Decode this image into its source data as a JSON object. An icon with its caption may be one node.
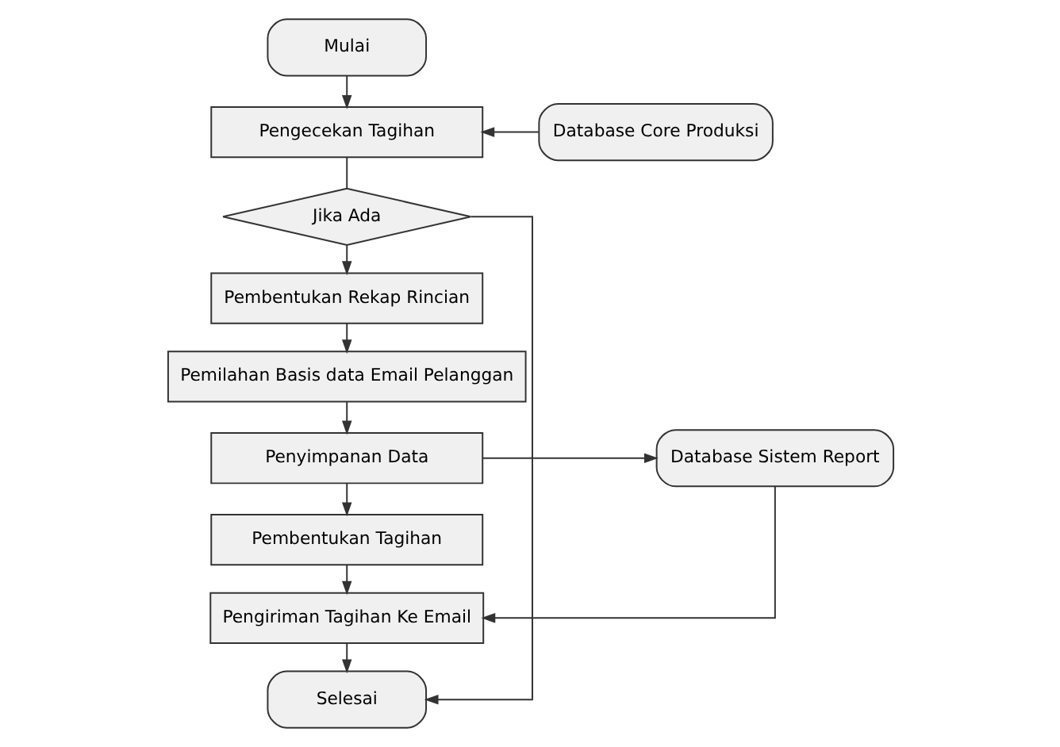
{
  "diagram": {
    "nodes": [
      {
        "text": [
          "Mulai"
        ]
      },
      {
        "text": [
          "Pengecekan Tagihan"
        ]
      },
      {
        "text": [
          "Database Core Produksi"
        ]
      },
      {
        "text": [
          "Jika Ada"
        ]
      },
      {
        "text": [
          "Pembentukan Rekap Rincian"
        ]
      },
      {
        "text": [
          "Pemilahan Basis data Email Pelanggan"
        ]
      },
      {
        "text": [
          "Penyimpanan Data"
        ]
      },
      {
        "text": [
          "Database Sistem Report"
        ]
      },
      {
        "text": [
          "Pembentukan Tagihan"
        ]
      },
      {
        "text": [
          "Pengiriman Tagihan Ke Email"
        ]
      },
      {
        "text": [
          "Selesai"
        ]
      }
    ],
    "edges": [
      {
        "from": 0,
        "to": 1,
        "arrow": "to"
      },
      {
        "from": 2,
        "to": 1,
        "arrow": "to"
      },
      {
        "from": 1,
        "to": 3,
        "arrow": "none"
      },
      {
        "from": 3,
        "to": 4,
        "arrow": "to"
      },
      {
        "from": 3,
        "to": 10,
        "arrow": "to"
      },
      {
        "from": 4,
        "to": 5,
        "arrow": "to"
      },
      {
        "from": 5,
        "to": 6,
        "arrow": "to"
      },
      {
        "from": 6,
        "to": 7,
        "arrow": "to"
      },
      {
        "from": 6,
        "to": 8,
        "arrow": "to"
      },
      {
        "from": 7,
        "to": 9,
        "arrow": "to"
      },
      {
        "from": 8,
        "to": 9,
        "arrow": "to"
      },
      {
        "from": 9,
        "to": 10,
        "arrow": "to"
      }
    ]
  }
}
